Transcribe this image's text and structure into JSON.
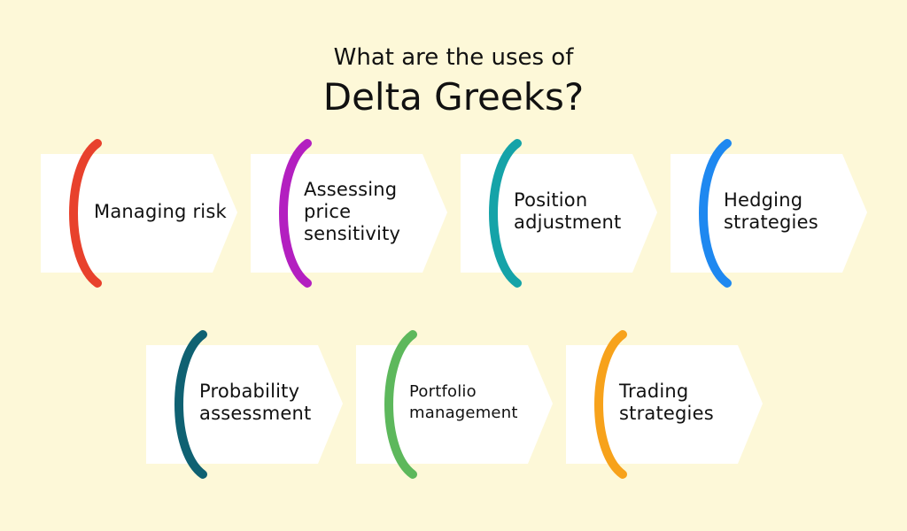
{
  "header": {
    "subtitle": "What are the uses of",
    "title": "Delta Greeks?"
  },
  "items": [
    {
      "label": "Managing risk",
      "accent": "#e8412c"
    },
    {
      "label": "Assessing price sensitivity",
      "accent": "#b31fc0"
    },
    {
      "label": "Position adjustment",
      "accent": "#15a3a8"
    },
    {
      "label": "Hedging strategies",
      "accent": "#1e88f0"
    },
    {
      "label": "Probability assessment",
      "accent": "#0f6172"
    },
    {
      "label": "Portfolio management",
      "accent": "#5db85c"
    },
    {
      "label": "Trading strategies",
      "accent": "#f7a21b"
    }
  ]
}
